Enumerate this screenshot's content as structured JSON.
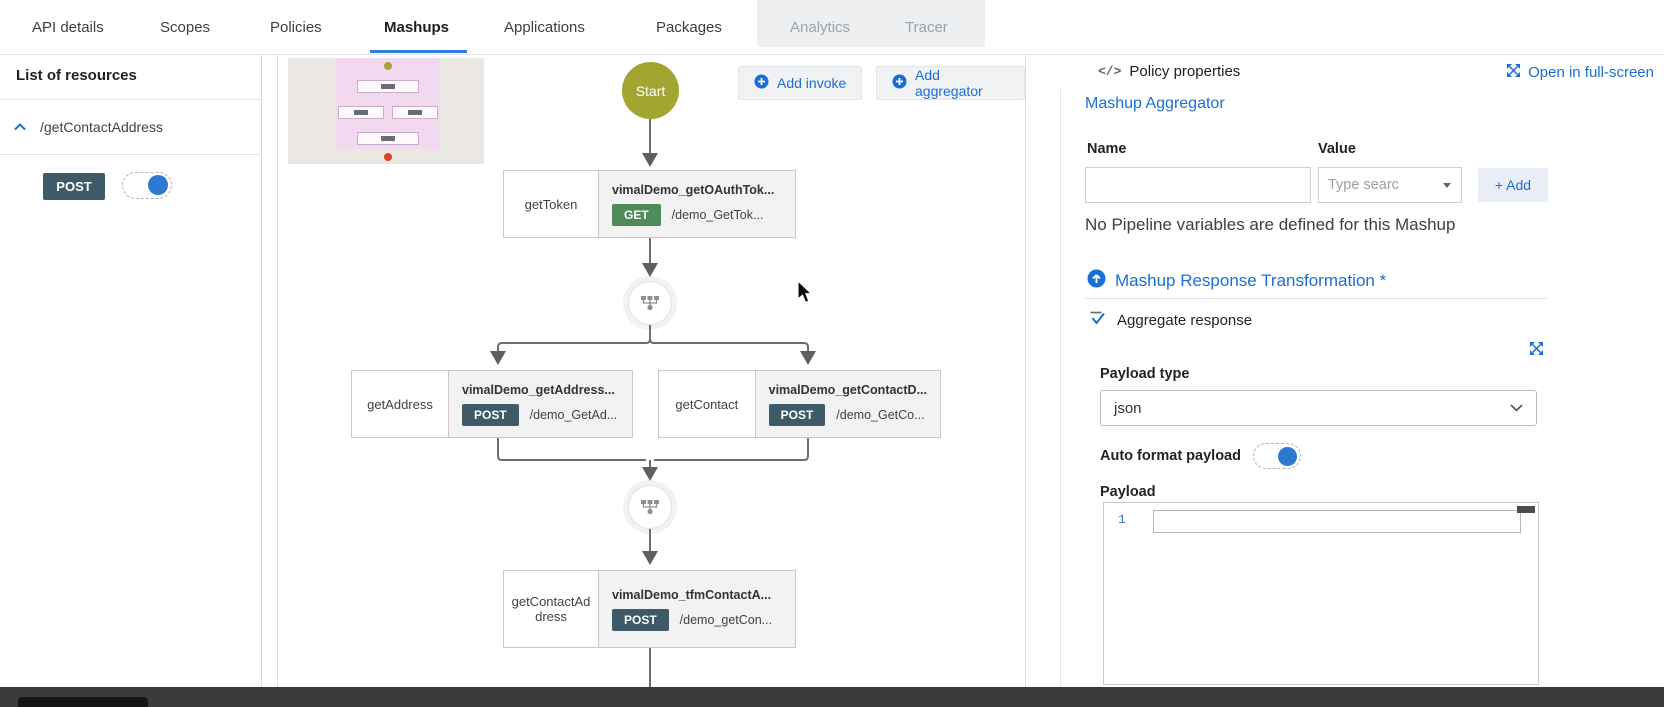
{
  "tab_bar": {
    "tabs": [
      {
        "label": "API details",
        "state": "normal"
      },
      {
        "label": "Scopes",
        "state": "normal"
      },
      {
        "label": "Policies",
        "state": "normal"
      },
      {
        "label": "Mashups",
        "state": "active"
      },
      {
        "label": "Applications",
        "state": "normal"
      },
      {
        "label": "Packages",
        "state": "normal"
      },
      {
        "label": "Analytics",
        "state": "disabled"
      },
      {
        "label": "Tracer",
        "state": "disabled"
      }
    ]
  },
  "sidebar": {
    "title": "List of resources",
    "resource_path": "/getContactAddress",
    "method_badge": "POST",
    "method_toggle_state": "on"
  },
  "canvas": {
    "start_label": "Start",
    "add_invoke_label": "Add invoke",
    "add_aggregator_label": "Add aggregator",
    "nodes": [
      {
        "name": "getToken",
        "service": "vimalDemo_getOAuthTok...",
        "method": "GET",
        "path": "/demo_GetTok..."
      },
      {
        "name": "getAddress",
        "service": "vimalDemo_getAddress...",
        "method": "POST",
        "path": "/demo_GetAd..."
      },
      {
        "name": "getContact",
        "service": "vimalDemo_getContactD...",
        "method": "POST",
        "path": "/demo_GetCo..."
      },
      {
        "name": "getContactAddress",
        "service": "vimalDemo_tfmContactA...",
        "method": "POST",
        "path": "/demo_getCon..."
      }
    ]
  },
  "panel": {
    "code_icon": "</>",
    "title": "Policy properties",
    "fullscreen_label": "Open in full-screen",
    "section_title": "Mashup Aggregator",
    "name_label": "Name",
    "value_label": "Value",
    "name_value": "",
    "value_placeholder": "Type searc",
    "add_button_label": "+ Add",
    "empty_message": "No Pipeline variables are defined for this Mashup",
    "transformation_title": "Mashup Response Transformation *",
    "aggregate_checkbox_label": "Aggregate response",
    "aggregate_checked": true,
    "payload_type_label": "Payload type",
    "payload_type_value": "json",
    "auto_format_label": "Auto format payload",
    "auto_format_state": "on",
    "payload_label": "Payload",
    "editor_first_line_number": "1"
  },
  "colors": {
    "accent_blue": "#1a6fd4",
    "post_badge": "#3d5a66",
    "get_badge": "#4e8b59",
    "start_node": "#a2a531",
    "disabled_tab_bg": "#edeff1",
    "minimap_bg": "#ebe7e3",
    "minimap_viewport": "#f3d9ef",
    "bottom_bar": "#3b3b3d"
  }
}
